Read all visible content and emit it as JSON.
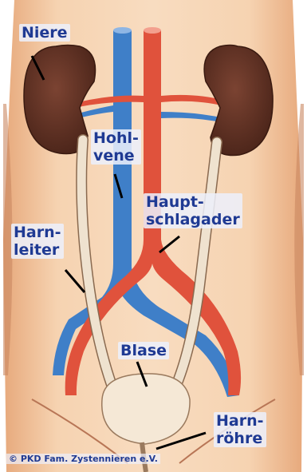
{
  "labels": {
    "niere": "Niere",
    "hohlvene": [
      "Hohl-",
      "vene"
    ],
    "hauptschlagader": [
      "Haupt-",
      "schlagader"
    ],
    "harnleiter": [
      "Harn-",
      "leiter"
    ],
    "blase": "Blase",
    "harnroehre": [
      "Harn-",
      "röhre"
    ]
  },
  "copyright": "© PKD Fam. Zystennieren e.V.",
  "colors": {
    "artery": "#e0523c",
    "vein": "#3f7fc8",
    "kidney": "#5b2f22",
    "ureter": "#efe2cf",
    "skin": "#f2c49c",
    "label_text": "#1f3a93"
  }
}
